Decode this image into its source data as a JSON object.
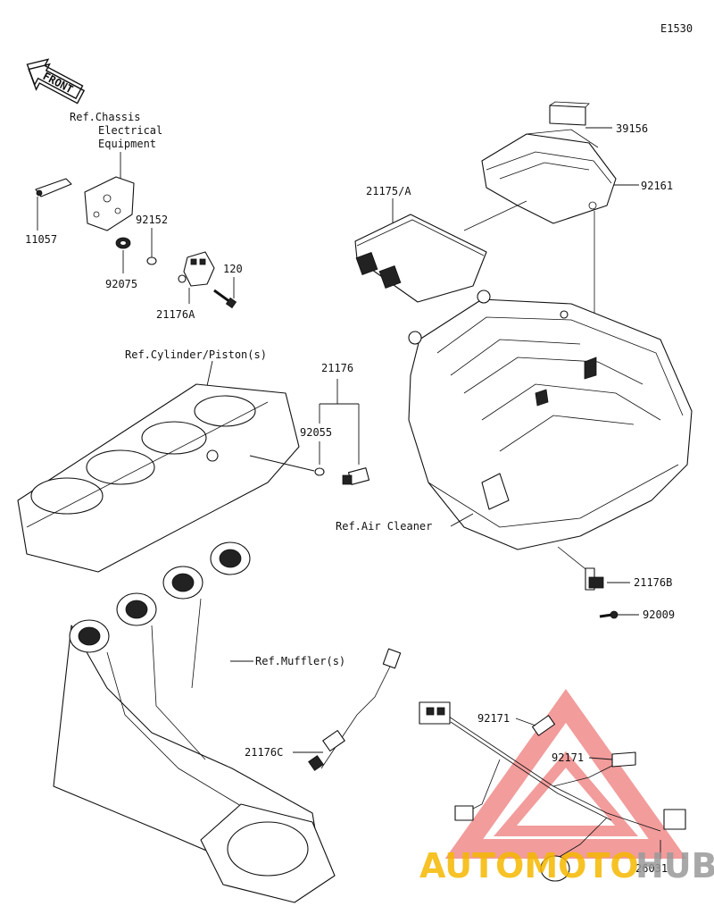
{
  "diagram_code": "E1530",
  "front_label": "FRONT",
  "refs": {
    "chassis": [
      "Ref.Chassis",
      "Electrical",
      "Equipment"
    ],
    "cylinder": "Ref.Cylinder/Piston(s)",
    "air_cleaner": "Ref.Air Cleaner",
    "muffler": "Ref.Muffler(s)"
  },
  "parts": {
    "p11057": "11057",
    "p92075": "92075",
    "p92152": "92152",
    "p21176A": "21176A",
    "p120": "120",
    "p39156": "39156",
    "p92161": "92161",
    "p21175A": "21175/A",
    "p21176": "21176",
    "p92055": "92055",
    "p21176B": "21176B",
    "p92009": "92009",
    "p21176C": "21176C",
    "p92171a": "92171",
    "p92171b": "92171",
    "p26031": "26031"
  },
  "watermark": {
    "text_left": "AUTOMOTO",
    "text_right": "HUB",
    "color_left": "#f5b800",
    "color_right": "#9a9a9a",
    "triangle_color": "#e84a4a"
  }
}
